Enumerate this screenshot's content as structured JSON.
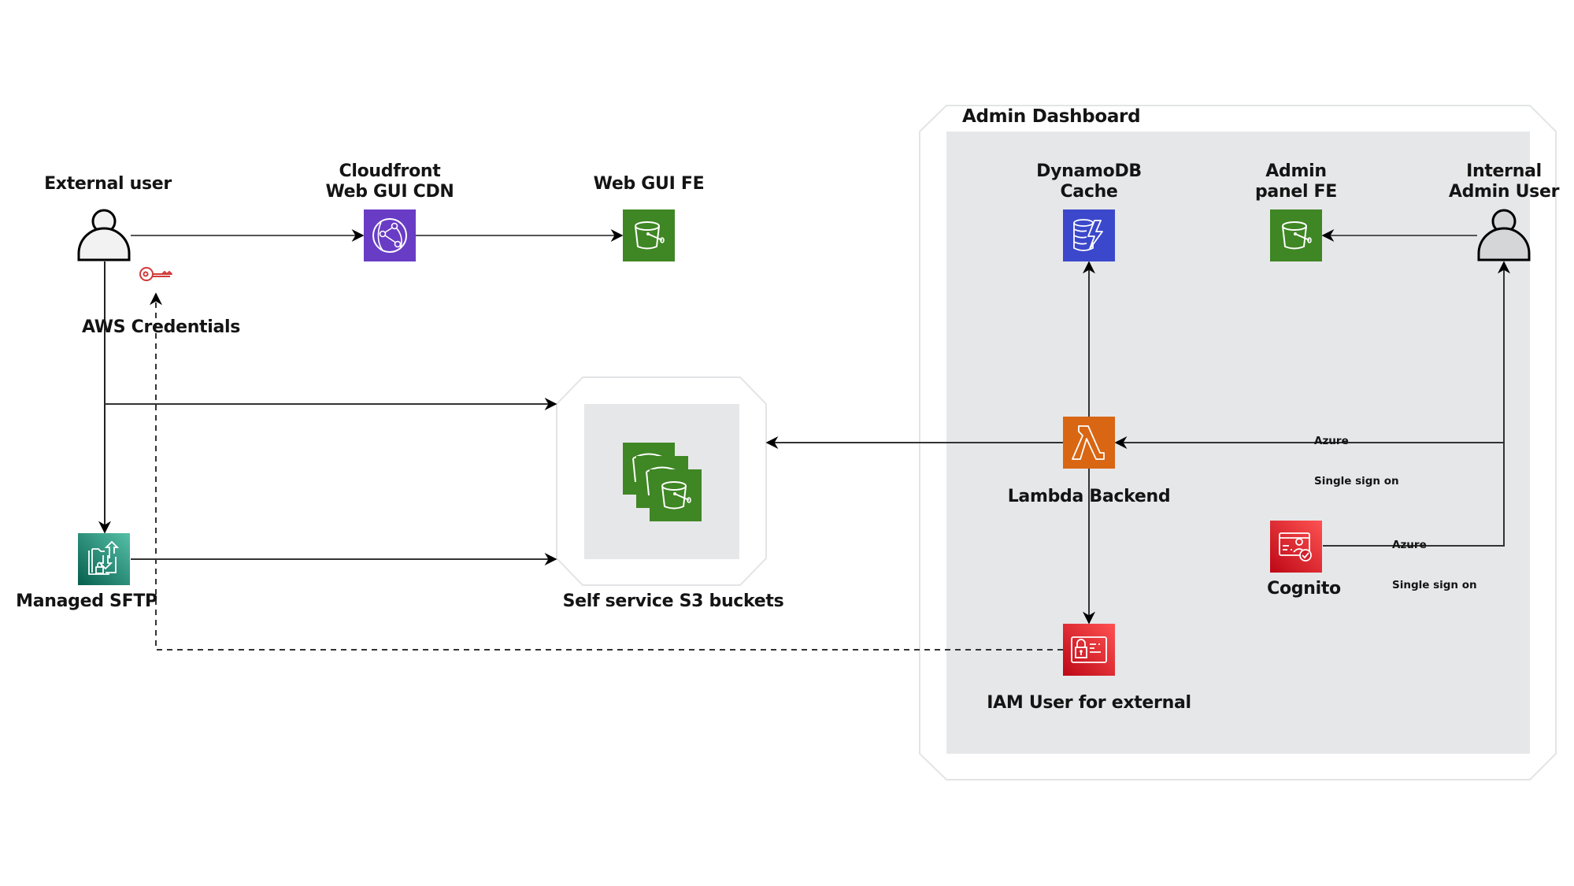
{
  "diagram": {
    "nodes": {
      "external_user": {
        "label": "External user",
        "icon": "user-icon"
      },
      "cloudfront": {
        "label_line1": "Cloudfront",
        "label_line2": "Web GUI CDN",
        "icon": "cloudfront-icon",
        "color": "#693cc5"
      },
      "web_gui_fe": {
        "label": "Web GUI FE",
        "icon": "s3-bucket-icon",
        "color": "#3f8624"
      },
      "aws_credentials": {
        "label": "AWS Credentials",
        "icon": "key-icon",
        "color": "#d13212"
      },
      "managed_sftp": {
        "label": "Managed SFTP",
        "icon": "transfer-family-icon",
        "color": "#1b7f67"
      },
      "s3_buckets": {
        "label": "Self service S3 buckets",
        "icon": "s3-multiple-buckets-icon",
        "color": "#3f8624"
      },
      "dynamodb": {
        "label_line1": "DynamoDB",
        "label_line2": "Cache",
        "icon": "dynamodb-icon",
        "color": "#3b48cc"
      },
      "admin_panel_fe": {
        "label_line1": "Admin",
        "label_line2": "panel FE",
        "icon": "s3-bucket-icon",
        "color": "#3f8624"
      },
      "internal_admin_user": {
        "label_line1": "Internal",
        "label_line2": "Admin User",
        "icon": "user-icon"
      },
      "lambda": {
        "label": "Lambda Backend",
        "icon": "lambda-icon",
        "color": "#d86613"
      },
      "cognito": {
        "label": "Cognito",
        "icon": "cognito-icon",
        "color": "#dd344c"
      },
      "iam_user": {
        "label": "IAM User for external",
        "icon": "iam-icon",
        "color": "#dd344c"
      }
    },
    "groups": {
      "admin_dashboard": {
        "label": "Admin Dashboard"
      }
    },
    "edges": [
      {
        "from": "external_user",
        "to": "cloudfront",
        "style": "solid"
      },
      {
        "from": "cloudfront",
        "to": "web_gui_fe",
        "style": "solid"
      },
      {
        "from": "external_user",
        "to": "s3_buckets",
        "style": "solid"
      },
      {
        "from": "external_user",
        "to": "managed_sftp",
        "style": "solid"
      },
      {
        "from": "managed_sftp",
        "to": "s3_buckets",
        "style": "solid"
      },
      {
        "from": "iam_user",
        "to": "aws_credentials",
        "style": "dashed"
      },
      {
        "from": "lambda",
        "to": "s3_buckets",
        "style": "solid"
      },
      {
        "from": "lambda",
        "to": "dynamodb",
        "style": "solid"
      },
      {
        "from": "lambda",
        "to": "iam_user",
        "style": "solid"
      },
      {
        "from": "internal_admin_user",
        "to": "admin_panel_fe",
        "style": "solid"
      },
      {
        "from": "internal_admin_user",
        "to": "lambda",
        "style": "solid",
        "label_line1": "Azure",
        "label_line2": "Single sign on"
      },
      {
        "from": "cognito",
        "to": "internal_admin_user",
        "style": "solid",
        "label_line1": "Azure",
        "label_line2": "Single sign on"
      }
    ]
  }
}
